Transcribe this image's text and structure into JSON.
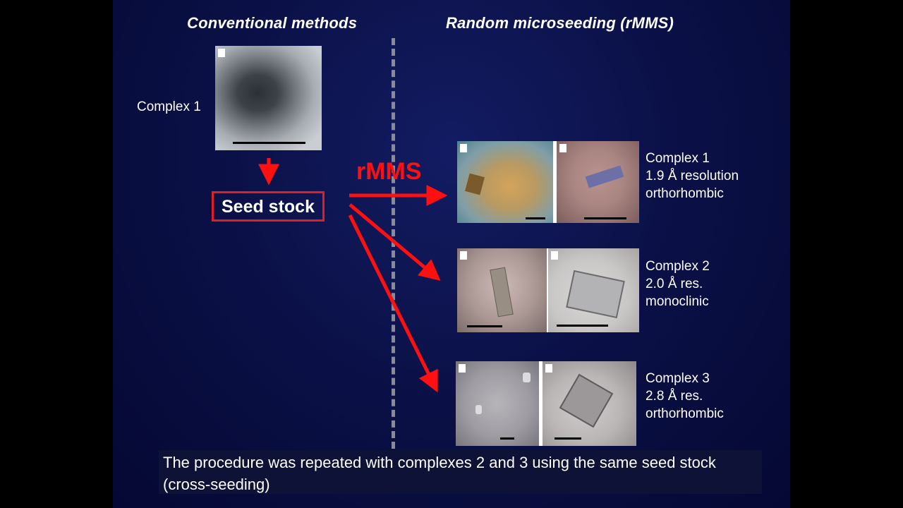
{
  "headings": {
    "conventional": "Conventional methods",
    "random": "Random microseeding (rMMS)"
  },
  "left": {
    "complex_label": "Complex  1",
    "seed_stock": "Seed stock"
  },
  "rmms_label": "rMMS",
  "results": [
    {
      "complex": "Complex  1",
      "resolution": "1.9 Å resolution",
      "crystal_system": "orthorhombic"
    },
    {
      "complex": "Complex  2",
      "resolution": "2.0 Å res.",
      "crystal_system": "monoclinic"
    },
    {
      "complex": "Complex  3",
      "resolution": "2.8 Å res.",
      "crystal_system": "orthorhombic"
    }
  ],
  "caption": "The procedure was repeated with complexes 2 and 3 using the same seed stock (cross-seeding)",
  "colors": {
    "accent_red": "#ff1010",
    "background": "#0b1148"
  }
}
